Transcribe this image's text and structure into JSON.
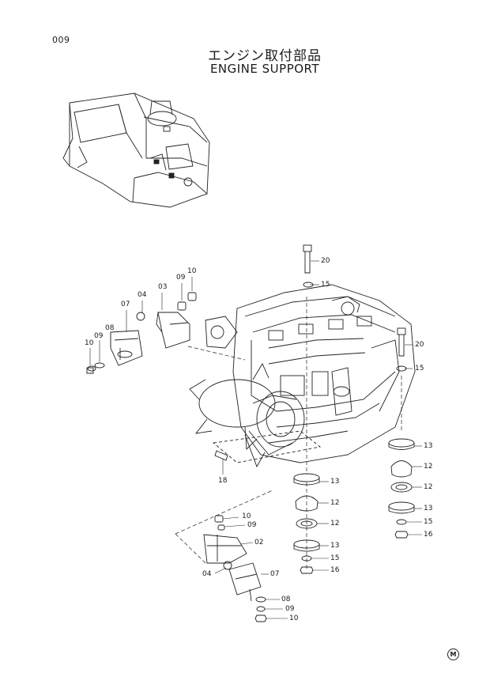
{
  "page_number": "009",
  "title_jp": "エンジン取付部品",
  "title_en": "ENGINE SUPPORT",
  "corner_mark": "M",
  "part_labels": [
    {
      "id": "lbl-20-a",
      "text": "20"
    },
    {
      "id": "lbl-15-a",
      "text": "15"
    },
    {
      "id": "lbl-10-a",
      "text": "10"
    },
    {
      "id": "lbl-09-a",
      "text": "09"
    },
    {
      "id": "lbl-03",
      "text": "03"
    },
    {
      "id": "lbl-04-a",
      "text": "04"
    },
    {
      "id": "lbl-07-a",
      "text": "07"
    },
    {
      "id": "lbl-08-a",
      "text": "08"
    },
    {
      "id": "lbl-09-b",
      "text": "09"
    },
    {
      "id": "lbl-10-b",
      "text": "10"
    },
    {
      "id": "lbl-20-b",
      "text": "20"
    },
    {
      "id": "lbl-15-b",
      "text": "15"
    },
    {
      "id": "lbl-13-a",
      "text": "13"
    },
    {
      "id": "lbl-12-a",
      "text": "12"
    },
    {
      "id": "lbl-12-b",
      "text": "12"
    },
    {
      "id": "lbl-13-b",
      "text": "13"
    },
    {
      "id": "lbl-15-c",
      "text": "15"
    },
    {
      "id": "lbl-16-a",
      "text": "16"
    },
    {
      "id": "lbl-18",
      "text": "18"
    },
    {
      "id": "lbl-13-c",
      "text": "13"
    },
    {
      "id": "lbl-12-c",
      "text": "12"
    },
    {
      "id": "lbl-12-d",
      "text": "12"
    },
    {
      "id": "lbl-13-d",
      "text": "13"
    },
    {
      "id": "lbl-15-d",
      "text": "15"
    },
    {
      "id": "lbl-16-b",
      "text": "16"
    },
    {
      "id": "lbl-10-c",
      "text": "10"
    },
    {
      "id": "lbl-09-c",
      "text": "09"
    },
    {
      "id": "lbl-02",
      "text": "02"
    },
    {
      "id": "lbl-04-b",
      "text": "04"
    },
    {
      "id": "lbl-07-b",
      "text": "07"
    },
    {
      "id": "lbl-08-b",
      "text": "08"
    },
    {
      "id": "lbl-09-d",
      "text": "09"
    },
    {
      "id": "lbl-10-d",
      "text": "10"
    }
  ]
}
